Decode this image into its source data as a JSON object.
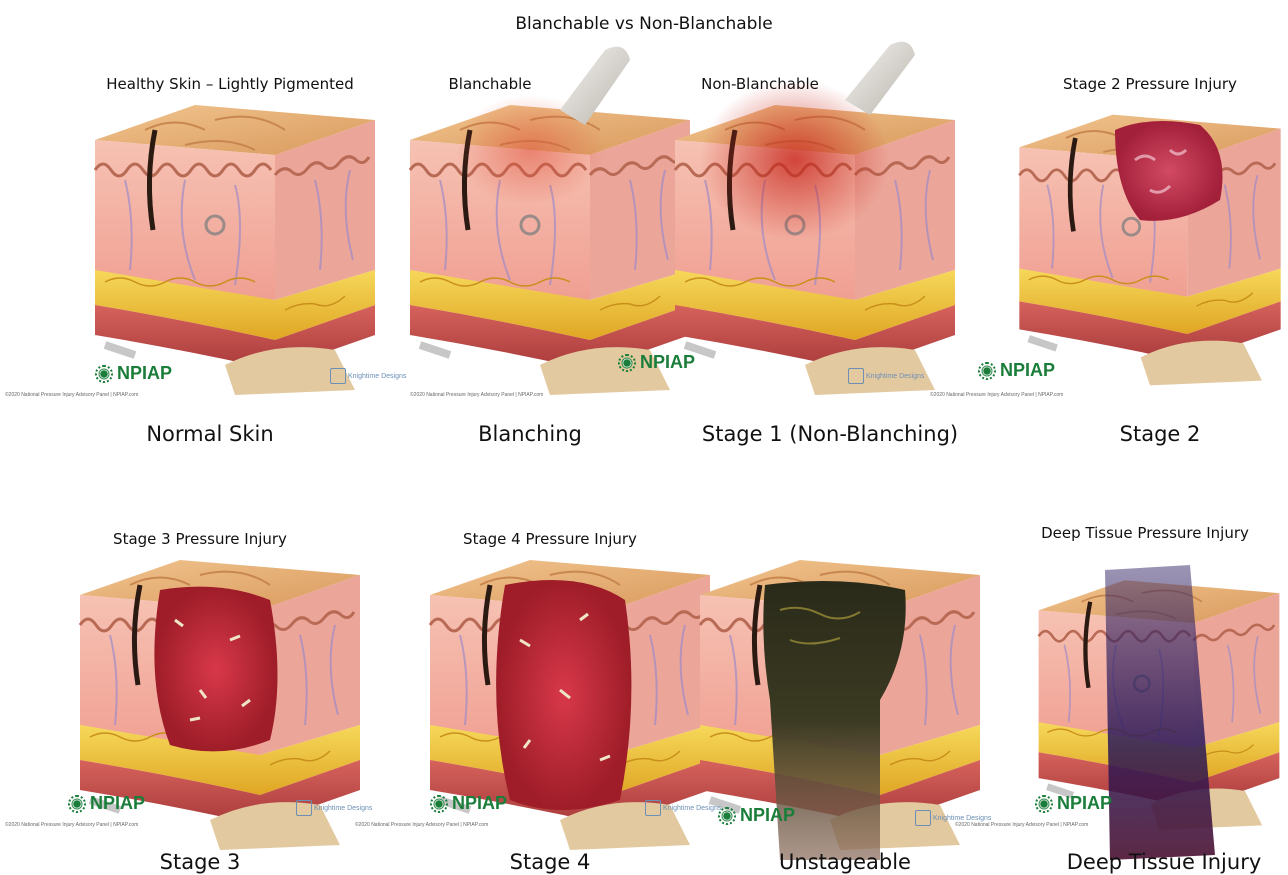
{
  "title": "Blanchable vs Non-Blanchable",
  "panels": [
    {
      "title": "Healthy Skin – Lightly Pigmented",
      "caption": "Normal Skin",
      "lesion": "none"
    },
    {
      "title": "Blanchable",
      "caption": "Blanching",
      "lesion": "blanch"
    },
    {
      "title": "Non-Blanchable",
      "caption": "Stage 1 (Non-Blanching)",
      "lesion": "nonblanch"
    },
    {
      "title": "Stage 2 Pressure Injury",
      "caption": "Stage 2",
      "lesion": "stage2"
    },
    {
      "title": "Stage 3 Pressure Injury",
      "caption": "Stage 3",
      "lesion": "stage3"
    },
    {
      "title": "Stage 4 Pressure Injury",
      "caption": "Stage 4",
      "lesion": "stage4"
    },
    {
      "title": "",
      "caption": "Unstageable",
      "lesion": "unstageable"
    },
    {
      "title": "Deep Tissue Pressure Injury",
      "caption": "Deep Tissue Injury",
      "lesion": "dti"
    }
  ],
  "logo_text": "NPIAP",
  "logo2_text": "Knightime Designs",
  "credit_text": "©2020 National Pressure Injury Advisory Panel | NPIAP.com",
  "colors": {
    "skin_top": "#e9b37a",
    "dermis": "#f4b5a8",
    "fat": "#f0c43a",
    "muscle": "#c8514d",
    "bone": "#e3c9a0",
    "logo_green": "#1a7d3a"
  }
}
